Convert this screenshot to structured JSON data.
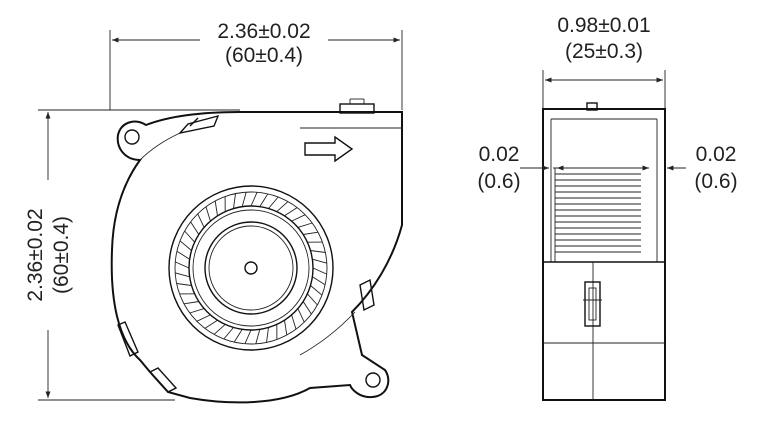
{
  "front_view": {
    "width_dim": {
      "inch": "2.36±0.02",
      "mm": "(60±0.4)"
    },
    "height_dim": {
      "inch": "2.36±0.02",
      "mm": "(60±0.4)"
    },
    "airflow_icon": "arrow-right-outline-icon"
  },
  "side_view": {
    "depth_dim": {
      "inch": "0.98±0.01",
      "mm": "(25±0.3)"
    },
    "left_gap_dim": {
      "inch": "0.02",
      "mm": "(0.6)"
    },
    "right_gap_dim": {
      "inch": "0.02",
      "mm": "(0.6)"
    }
  },
  "colors": {
    "line": "#111111",
    "background": "#ffffff"
  }
}
